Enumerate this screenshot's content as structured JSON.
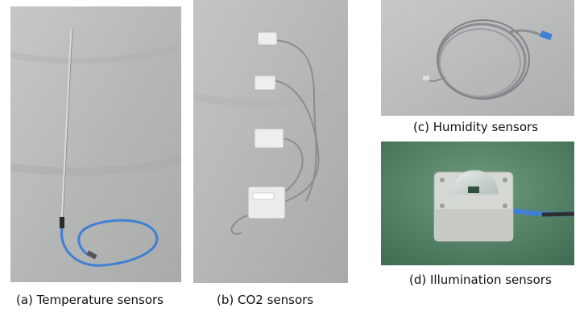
{
  "figure": {
    "panels": [
      {
        "id": "a",
        "caption": "(a) Temperature sensors"
      },
      {
        "id": "b",
        "caption": "(b) CO2 sensors"
      },
      {
        "id": "c",
        "caption": "(c) Humidity sensors"
      },
      {
        "id": "d",
        "caption": "(d) Illumination sensors"
      }
    ]
  },
  "colors": {
    "floor": "#b9bbba",
    "cable_blue": "#3f7fd6",
    "cable_gray": "#8a8d92",
    "enclosure": "#e8e8e6",
    "green_background": "#4f7d60"
  }
}
